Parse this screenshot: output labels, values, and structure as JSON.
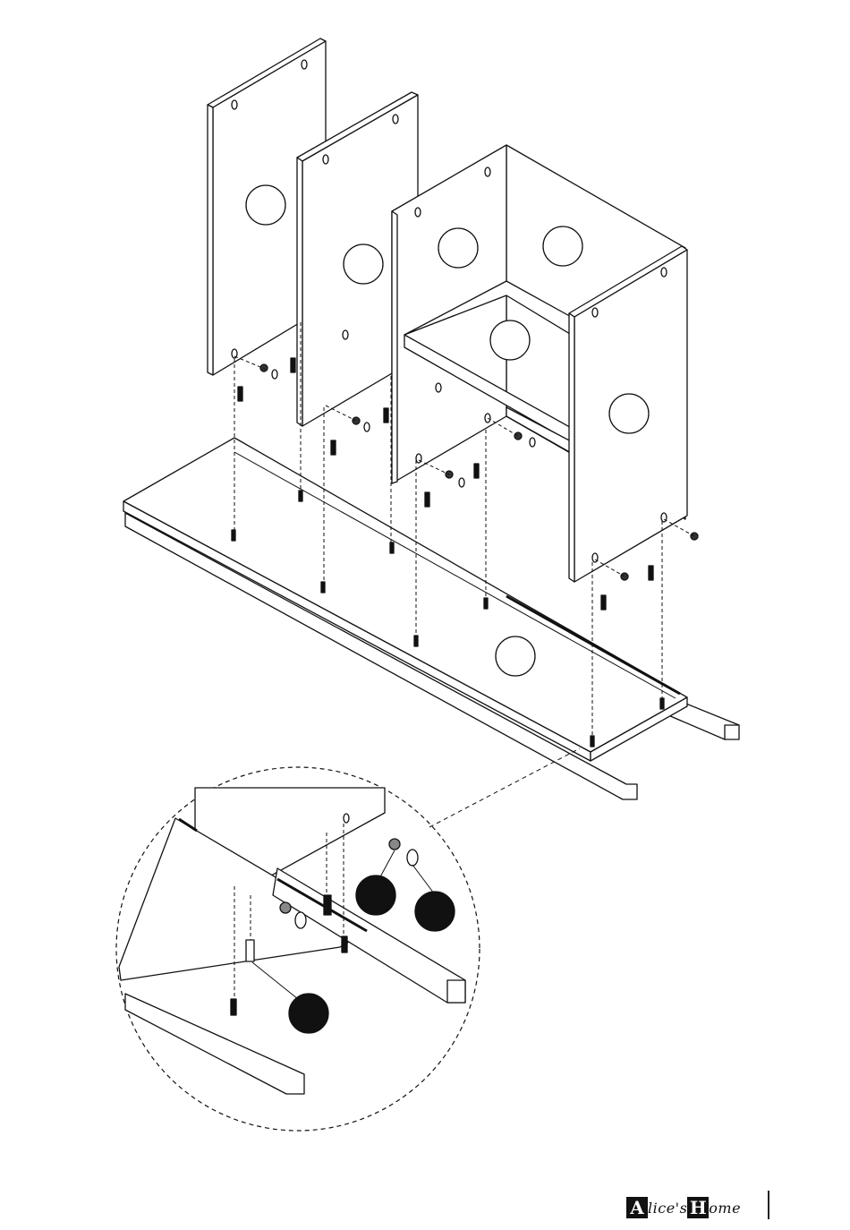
{
  "brand": {
    "logo_parts": [
      "A",
      "lice's ",
      "H",
      "ome"
    ]
  }
}
